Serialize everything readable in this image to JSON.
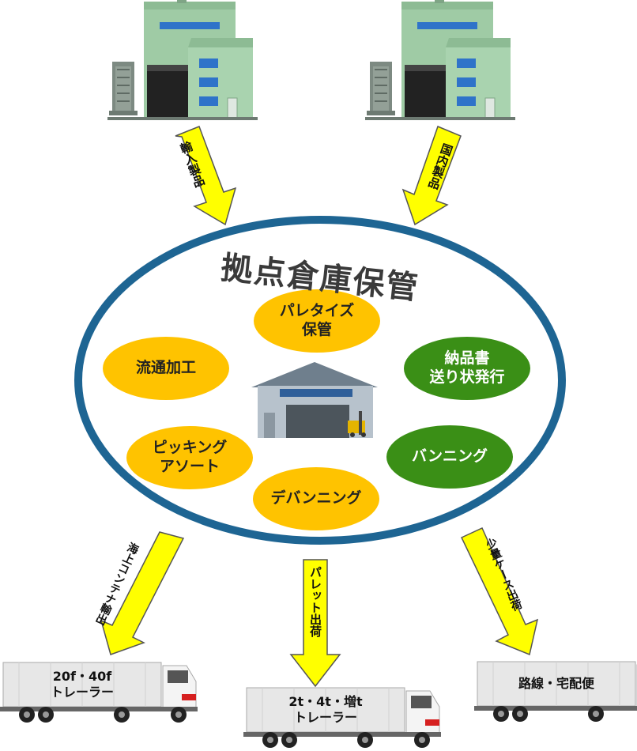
{
  "title": "拠点倉庫保管",
  "inbound": [
    {
      "label": "輸入製品"
    },
    {
      "label": "国内製品"
    }
  ],
  "services": [
    {
      "label": "パレタイズ\n保管",
      "color": "#FFC300"
    },
    {
      "label": "流通加工",
      "color": "#FFC300"
    },
    {
      "label": "納品書\n送り状発行",
      "color": "#3A8F16"
    },
    {
      "label": "ピッキング\nアソート",
      "color": "#FFC300"
    },
    {
      "label": "バンニング",
      "color": "#3A8F16"
    },
    {
      "label": "デバンニング",
      "color": "#FFC300"
    }
  ],
  "outbound": [
    {
      "label": "海上コンテナ輸出",
      "truck": "20f・40f\nトレーラー"
    },
    {
      "label": "パレット出荷",
      "truck": "2t・4t・増t\nトレーラー"
    },
    {
      "label": "少量ケース出荷",
      "truck": "路線・宅配便"
    }
  ],
  "colors": {
    "ring": "#1E6593",
    "arrow": "#FFFF00",
    "factory": "#9FCBA5"
  }
}
